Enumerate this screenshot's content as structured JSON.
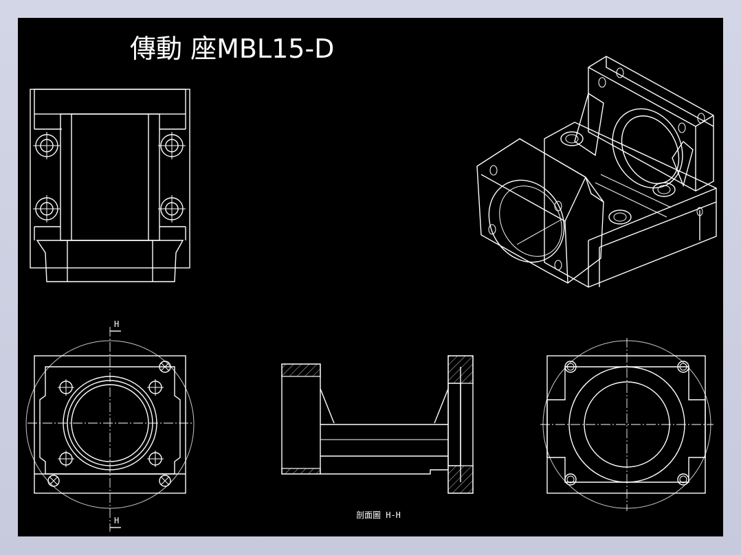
{
  "drawing": {
    "title": "傳動 座MBL15-D",
    "section_label": "剖面圖  H-H",
    "section_mark_top": "H",
    "section_mark_bottom": "H"
  },
  "colors": {
    "background": "#000000",
    "lines": "#ffffff",
    "frame": "#c9cce0"
  }
}
